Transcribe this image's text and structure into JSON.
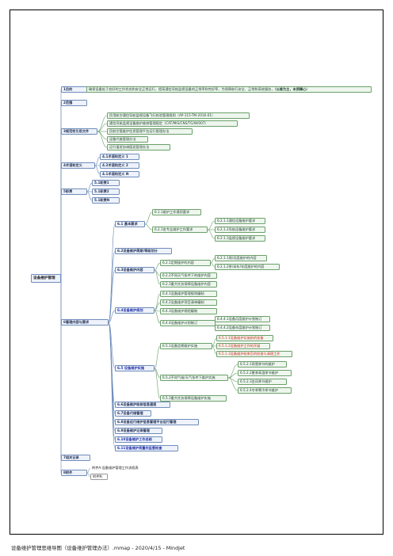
{
  "root": "设备维护管理",
  "n1": {
    "label": "1目的",
    "text_a": "确保设备处于良好的工作状态和安全正常运行，提高通信导航监视设备的正常率和完好率，为保障航行安全、正常和高效服务，",
    "text_b": "（以维为主，本质精心）"
  },
  "n2": "2范围",
  "n3": {
    "label": "3规范性引用文件",
    "items": [
      "民用航空通信导航监视设备飞行校验管理规则（AP-115-TM-2016-01）",
      "通信导航监视设备维护维修管理规定（CAT/MIS/CNS/TG/W/007）",
      "民航空管维护信息管理平台运行管理办法",
      "设备代维管理办法",
      "运行值班协调值班管理办法"
    ]
  },
  "n4": {
    "label": "4术语和定义",
    "items": [
      "4.1术语和定义 1",
      "4.2术语和定义 2",
      "4.1术语和定义 N"
    ]
  },
  "n5": {
    "label": "5职责",
    "items": [
      "5.1职责1",
      "5.1职责2",
      "5.1职责N"
    ]
  },
  "n6": {
    "label": "6管理内容与要求",
    "s61": {
      "label": "6.1 基本要求",
      "a": "6.1.1维护工作通用要求",
      "b": "6.2.1各专业维护工作要求",
      "b_items": [
        "6.2.1.1通信设备维护要求",
        "6.2.1.2导航设备维护要求",
        "6.2.1.3监视设备维护要求"
      ]
    },
    "s62": "6.2设备维护周期/等级划分",
    "s63": {
      "label": "6.3设备维护内容",
      "a": "6.2.1定期维护的内容",
      "a_items": [
        "6.2.1.1周/月度维护的内容",
        "6.2.1.2季/半年/年度维护的内容"
      ],
      "b": "6.2.2不同天气条件下的维护内容",
      "c": "6.2.3重大任务保障设备维护内容"
    },
    "s64": {
      "label": "6.4设备维护规划",
      "items": [
        "6.4.1设备维护管理规则编制",
        "6.4.2设备维护项目清单编制",
        "6.4.3设备维护规程编制",
        "6.4.4设备维护计划制订"
      ],
      "sub": [
        "6.4.4.1设备月度维护计划制订",
        "6.4.4.2设备年度维护计划制订"
      ]
    },
    "s65": {
      "label": "6.5 设备维护实施",
      "a": "6.5.1设备定期维护实施",
      "a_items": [
        "6.5.1.1设备维护实施前的准备",
        "6.5.1.2设备维护工作的开展",
        "6.5.1.3设备维护结束后的检查与清理工作"
      ],
      "b": "6.5.2不同气候/天气条件下维护实施",
      "b_items": [
        "6.5.2.1雨雪季节的维护",
        "6.5.2.2夏季高温季节维护",
        "6.5.2.3台风季节维护",
        "6.5.2.4冬季寒冷季节维护"
      ],
      "c": "6.5.3重大任务保障设备维护实施"
    },
    "rest": [
      "6.6设备维护检修信息通报",
      "6.7设备代维管理",
      "6.8设备运行维护信息管理平台运行管理",
      "6.9设备维护记录管理",
      "6.10设备维护工作总结",
      "6.11设备维护质量的监督检查"
    ]
  },
  "n7": "7相关记录",
  "n8": {
    "label": "8附件",
    "items": [
      "附件A:设备维护管理工作流程表",
      "附件N:"
    ]
  },
  "footer": "设备维护管理思维导图（设备维护管理办法）.mmap - 2020/4/15 - Mindjet",
  "colors": {
    "line_blue": "#6f8dbb",
    "line_green": "#6aa06a",
    "accent_red": "#cc3322",
    "accent_blue": "#2233aa"
  }
}
